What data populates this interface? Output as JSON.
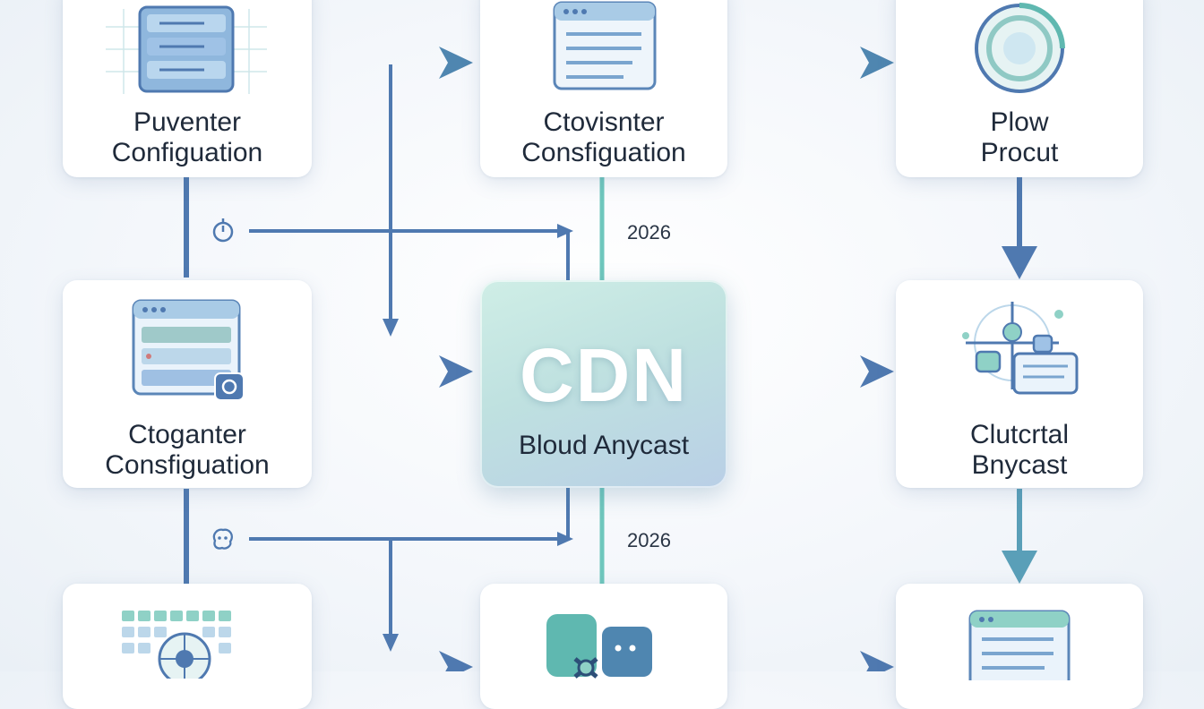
{
  "nodes": {
    "top_left": {
      "line1": "Puventer",
      "line2": "Configuation"
    },
    "top_mid": {
      "line1": "Ctovisnter",
      "line2": "Consfiguation"
    },
    "top_right": {
      "line1": "Plow",
      "line2": "Procut"
    },
    "mid_left": {
      "line1": "Ctoganter",
      "line2": "Consfiguation"
    },
    "center": {
      "title": "CDN",
      "subtitle": "Bloud Anycast"
    },
    "mid_right": {
      "line1": "Clutcrtal",
      "line2": "Bnycast"
    }
  },
  "annotations": {
    "year_top": "2026",
    "year_bottom": "2026"
  },
  "colors": {
    "teal": "#5fb8b0",
    "blue": "#4f79b0",
    "accent_light": "#a9dcd4",
    "text": "#1f2a3a"
  },
  "icons": [
    "server-rack-icon",
    "browser-window-icon",
    "gauge-icon",
    "clock-icon",
    "brain-bulb-icon",
    "network-node-icon",
    "grid-globe-icon",
    "puzzle-icon",
    "document-window-icon"
  ]
}
